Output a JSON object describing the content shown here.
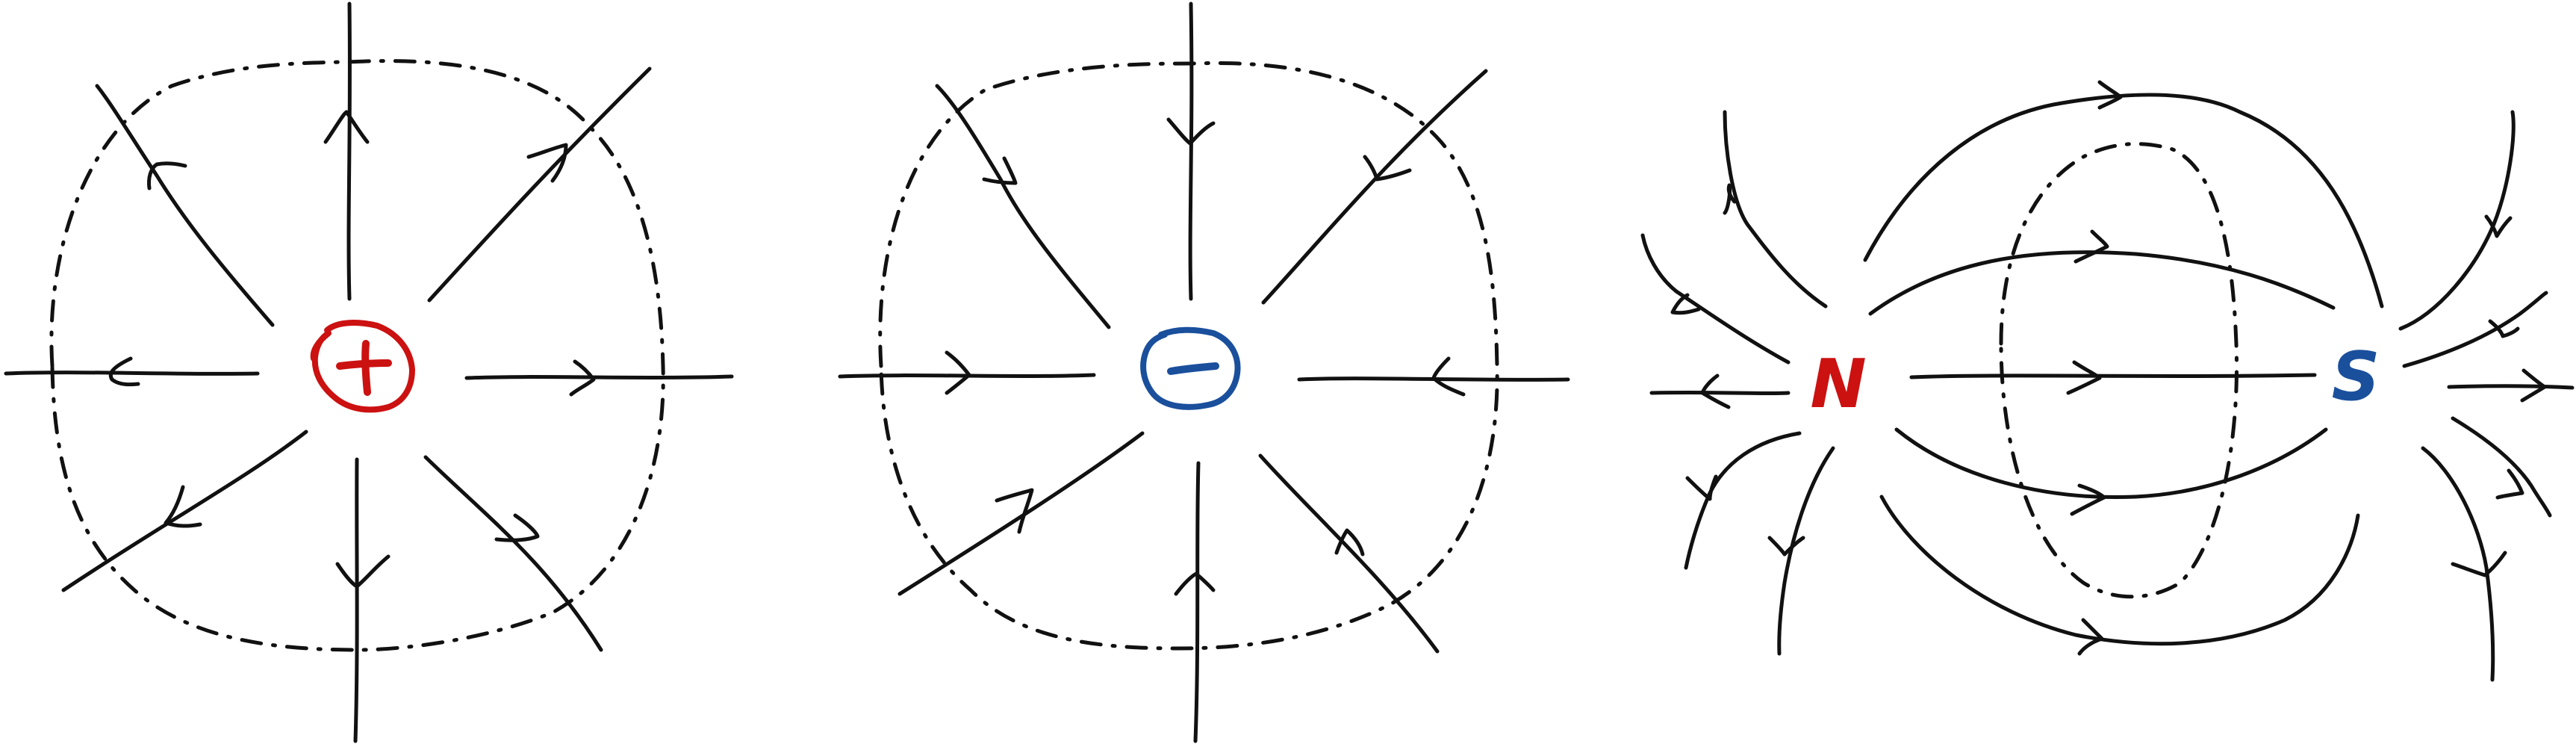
{
  "colors": {
    "ink": "#111111",
    "positive": "#cc1111",
    "negative": "#1a4f9c",
    "north": "#cc1111",
    "south": "#1a4f9c",
    "background": "#ffffff"
  },
  "panels": [
    {
      "id": "positive-charge",
      "charge_sign": "+",
      "field_direction": "outward",
      "field_line_count": 8
    },
    {
      "id": "negative-charge",
      "charge_sign": "−",
      "field_direction": "inward",
      "field_line_count": 8
    },
    {
      "id": "bar-magnet-dipole",
      "north_label": "N",
      "south_label": "S",
      "field_direction": "north-to-south"
    }
  ]
}
